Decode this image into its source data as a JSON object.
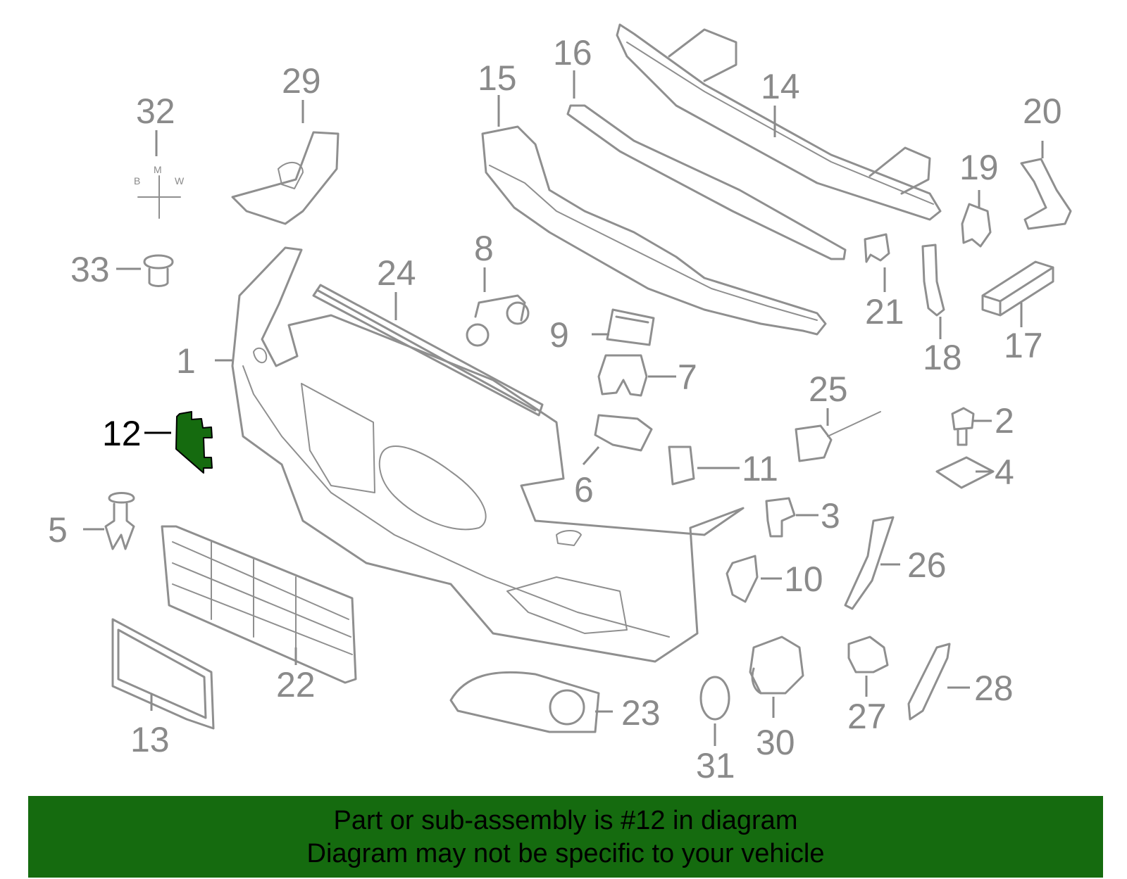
{
  "diagram": {
    "highlighted_part": "12",
    "highlight_color": "#156b0f",
    "part_color": "#8f8f8f",
    "logo_letters": [
      "B",
      "M",
      "W"
    ],
    "callouts": [
      {
        "id": "1",
        "label": "1"
      },
      {
        "id": "2",
        "label": "2"
      },
      {
        "id": "3",
        "label": "3"
      },
      {
        "id": "4",
        "label": "4"
      },
      {
        "id": "5",
        "label": "5"
      },
      {
        "id": "6",
        "label": "6"
      },
      {
        "id": "7",
        "label": "7"
      },
      {
        "id": "8",
        "label": "8"
      },
      {
        "id": "9",
        "label": "9"
      },
      {
        "id": "10",
        "label": "10"
      },
      {
        "id": "11",
        "label": "11"
      },
      {
        "id": "12",
        "label": "12"
      },
      {
        "id": "13",
        "label": "13"
      },
      {
        "id": "14",
        "label": "14"
      },
      {
        "id": "15",
        "label": "15"
      },
      {
        "id": "16",
        "label": "16"
      },
      {
        "id": "17",
        "label": "17"
      },
      {
        "id": "18",
        "label": "18"
      },
      {
        "id": "19",
        "label": "19"
      },
      {
        "id": "20",
        "label": "20"
      },
      {
        "id": "21",
        "label": "21"
      },
      {
        "id": "22",
        "label": "22"
      },
      {
        "id": "23",
        "label": "23"
      },
      {
        "id": "24",
        "label": "24"
      },
      {
        "id": "25",
        "label": "25"
      },
      {
        "id": "26",
        "label": "26"
      },
      {
        "id": "27",
        "label": "27"
      },
      {
        "id": "28",
        "label": "28"
      },
      {
        "id": "29",
        "label": "29"
      },
      {
        "id": "30",
        "label": "30"
      },
      {
        "id": "31",
        "label": "31"
      },
      {
        "id": "32",
        "label": "32"
      },
      {
        "id": "33",
        "label": "33"
      }
    ]
  },
  "banner": {
    "line1": "Part or sub-assembly is #12 in diagram",
    "line2": "Diagram may not be specific to your vehicle",
    "background": "#156b0f"
  }
}
